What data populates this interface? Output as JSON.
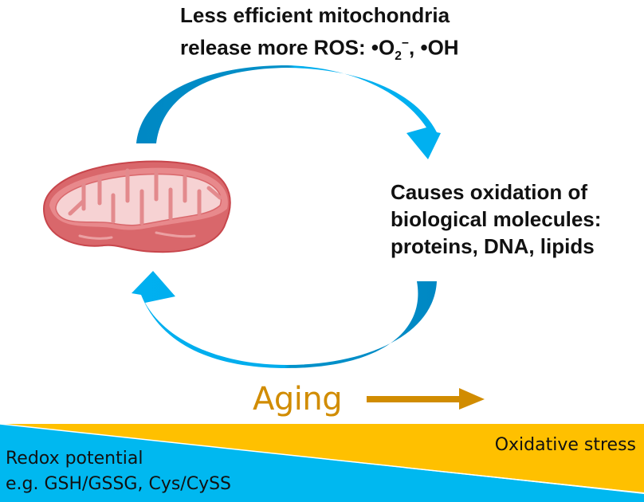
{
  "diagram": {
    "ros_text": {
      "line1": "Less efficient mitochondria",
      "line2_prefix": "release more ROS: •O",
      "line2_sub": "2",
      "line2_sup": "−",
      "line2_suffix": ", •OH"
    },
    "oxidation_text": {
      "line1": "Causes oxidation of",
      "line2": "biological molecules:",
      "line3": "proteins, DNA, lipids"
    },
    "aging_label": "Aging",
    "gradient_bar": {
      "left_label_line1": "Redox potential",
      "left_label_line2": "e.g. GSH/GSSG,  Cys/CySS",
      "right_label": "Oxidative stress"
    },
    "icons": {
      "organelle": "mitochondrion-icon",
      "cycle_top": "curved-arrow-right-icon",
      "cycle_bottom": "curved-arrow-left-icon",
      "aging_direction": "arrow-right-icon"
    },
    "colors": {
      "arrow_dark": "#0090c8",
      "arrow_light": "#00b0f0",
      "aging": "#d18c00",
      "oxidative": "#ffc000",
      "redox": "#00b8f0",
      "mito_outer": "#d65a5f",
      "mito_inner": "#f6d2d3"
    }
  }
}
